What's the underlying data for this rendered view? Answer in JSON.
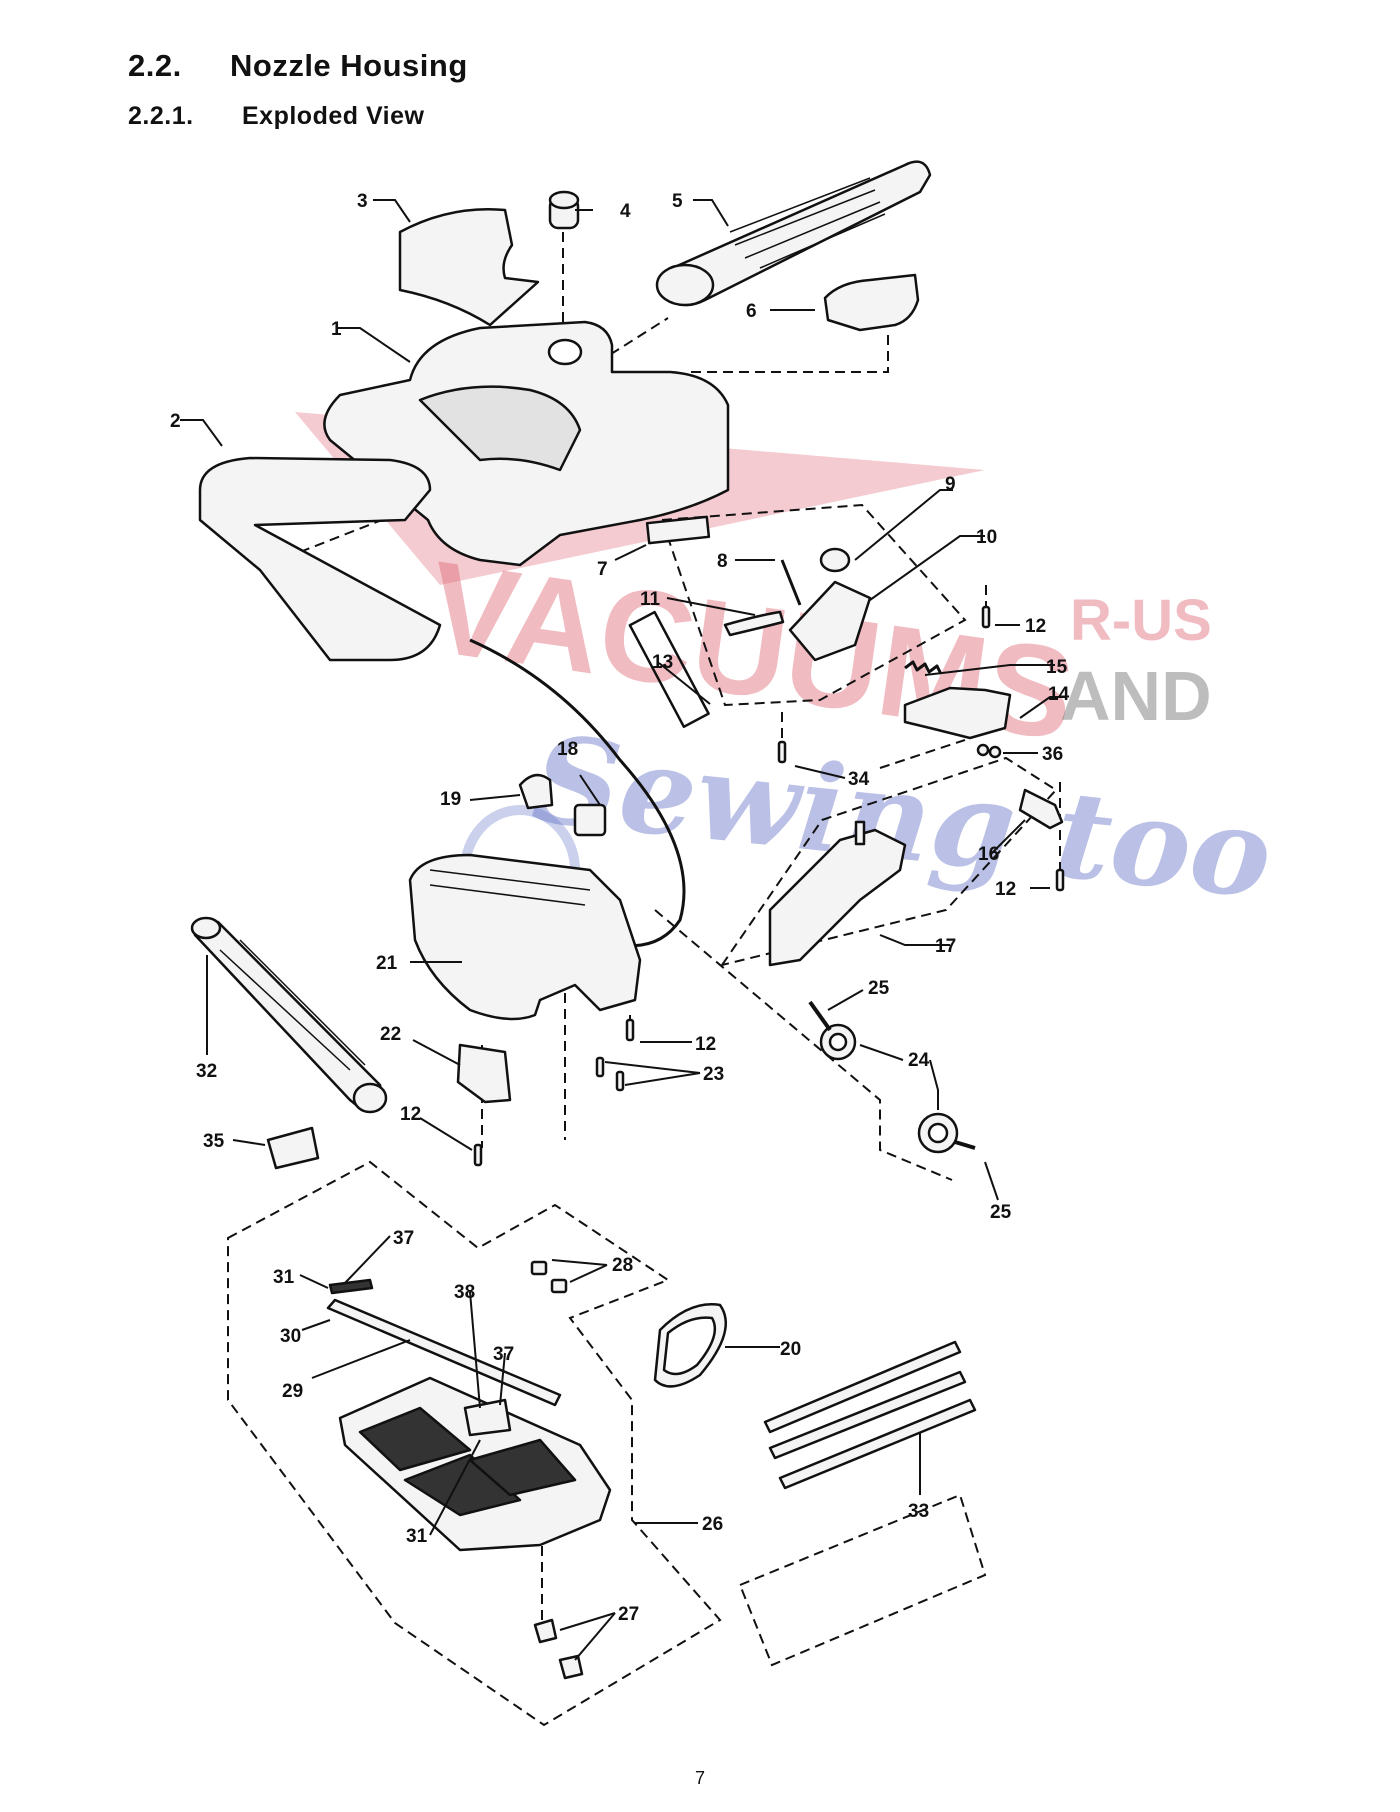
{
  "section": {
    "number": "2.2.",
    "title": "Nozzle Housing"
  },
  "subsection": {
    "number": "2.2.1.",
    "title": "Exploded View"
  },
  "labels": [
    "1",
    "2",
    "3",
    "4",
    "5",
    "6",
    "7",
    "8",
    "9",
    "10",
    "11",
    "12",
    "13",
    "14",
    "15",
    "16",
    "17",
    "18",
    "19",
    "20",
    "21",
    "22",
    "23",
    "24",
    "25",
    "26",
    "27",
    "28",
    "29",
    "30",
    "31",
    "32",
    "33",
    "34",
    "35",
    "36",
    "37",
    "38"
  ],
  "watermark": {
    "logo_line1": "VACUUMS",
    "logo_r_us": "R-US",
    "logo_and": "AND",
    "logo_line2": "Sewing too"
  },
  "page_number": "7",
  "colors": {
    "line": "#111111",
    "watermark_red": "#e06a78",
    "watermark_blue": "#6a78c8",
    "watermark_grey": "#888888"
  }
}
